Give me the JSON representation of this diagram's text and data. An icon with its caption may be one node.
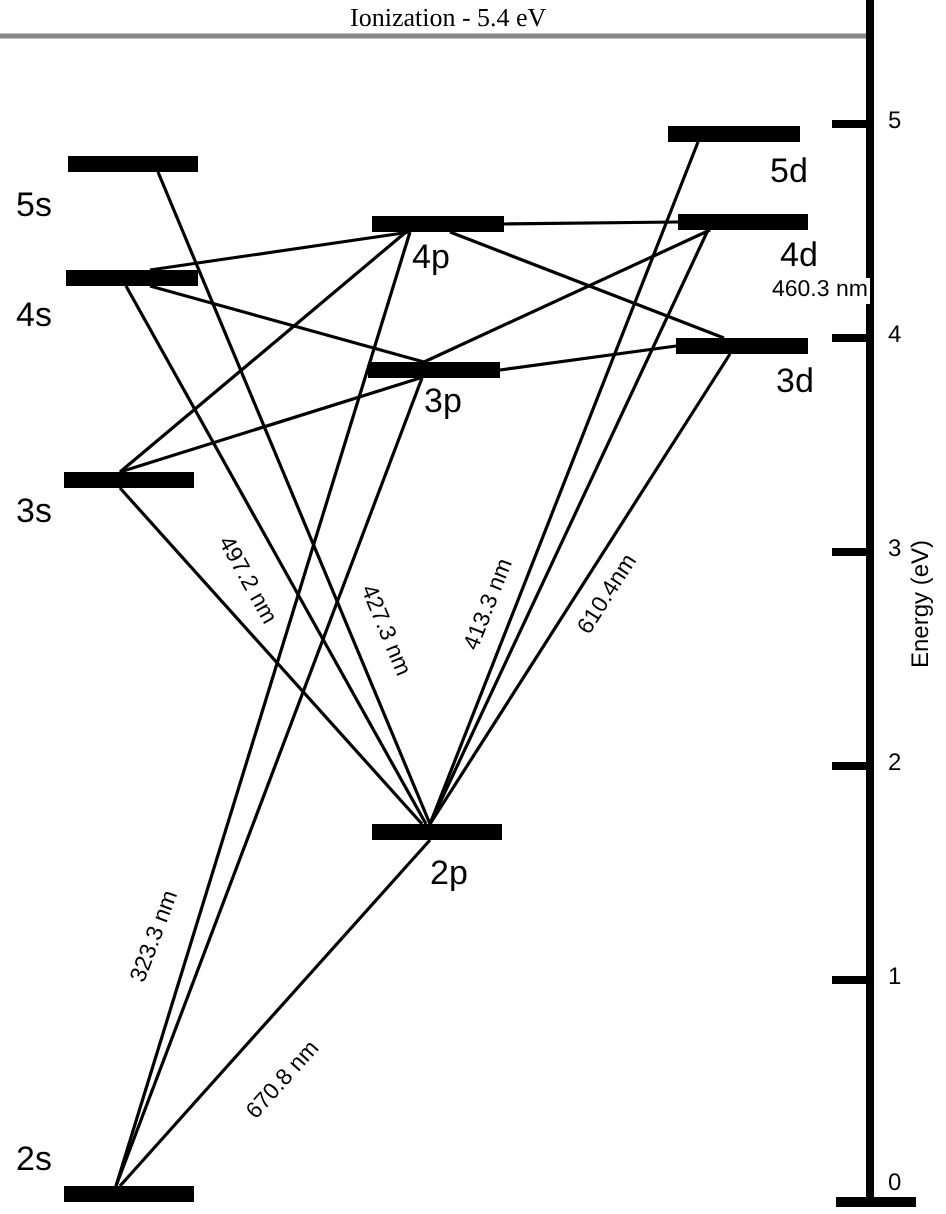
{
  "diagram": {
    "nodes": [
      {
        "text": [
          "5d"
        ]
      },
      {
        "text": [
          "5s"
        ]
      },
      {
        "text": [
          "4d"
        ]
      },
      {
        "text": [
          "4p"
        ]
      },
      {
        "text": [
          "4s"
        ]
      },
      {
        "text": [
          "3d"
        ]
      },
      {
        "text": [
          "3p"
        ]
      },
      {
        "text": [
          "3s"
        ]
      },
      {
        "text": [
          "2p"
        ]
      },
      {
        "text": [
          "2s"
        ]
      }
    ],
    "edges": [
      {
        "from": 1,
        "to": 8,
        "arrow": "none",
        "label": "427.3 nm"
      },
      {
        "from": 4,
        "to": 3,
        "arrow": "none"
      },
      {
        "from": 4,
        "to": 6,
        "arrow": "none"
      },
      {
        "from": 4,
        "to": 8,
        "arrow": "none",
        "label": "497.2 nm"
      },
      {
        "from": 7,
        "to": 3,
        "arrow": "none"
      },
      {
        "from": 7,
        "to": 6,
        "arrow": "none"
      },
      {
        "from": 7,
        "to": 8,
        "arrow": "none"
      },
      {
        "from": 3,
        "to": 5,
        "arrow": "none"
      },
      {
        "from": 3,
        "to": 2,
        "arrow": "none"
      },
      {
        "from": 3,
        "to": 9,
        "arrow": "none"
      },
      {
        "from": 6,
        "to": 9,
        "arrow": "none",
        "label": "323.3 nm"
      },
      {
        "from": 6,
        "to": 2,
        "arrow": "none"
      },
      {
        "from": 6,
        "to": 5,
        "arrow": "none"
      },
      {
        "from": 0,
        "to": 8,
        "arrow": "none",
        "label": "413.3 nm"
      },
      {
        "from": 2,
        "to": 8,
        "arrow": "none",
        "label": "460.3 nm"
      },
      {
        "from": 5,
        "to": 8,
        "arrow": "none",
        "label": "610.4nm"
      },
      {
        "from": 8,
        "to": 9,
        "arrow": "none",
        "label": "670.8 nm"
      }
    ],
    "labels": [
      "Ionization - 5.4 eV",
      "5",
      "4",
      "3",
      "2",
      "1",
      "0",
      "Energy (eV)"
    ]
  }
}
